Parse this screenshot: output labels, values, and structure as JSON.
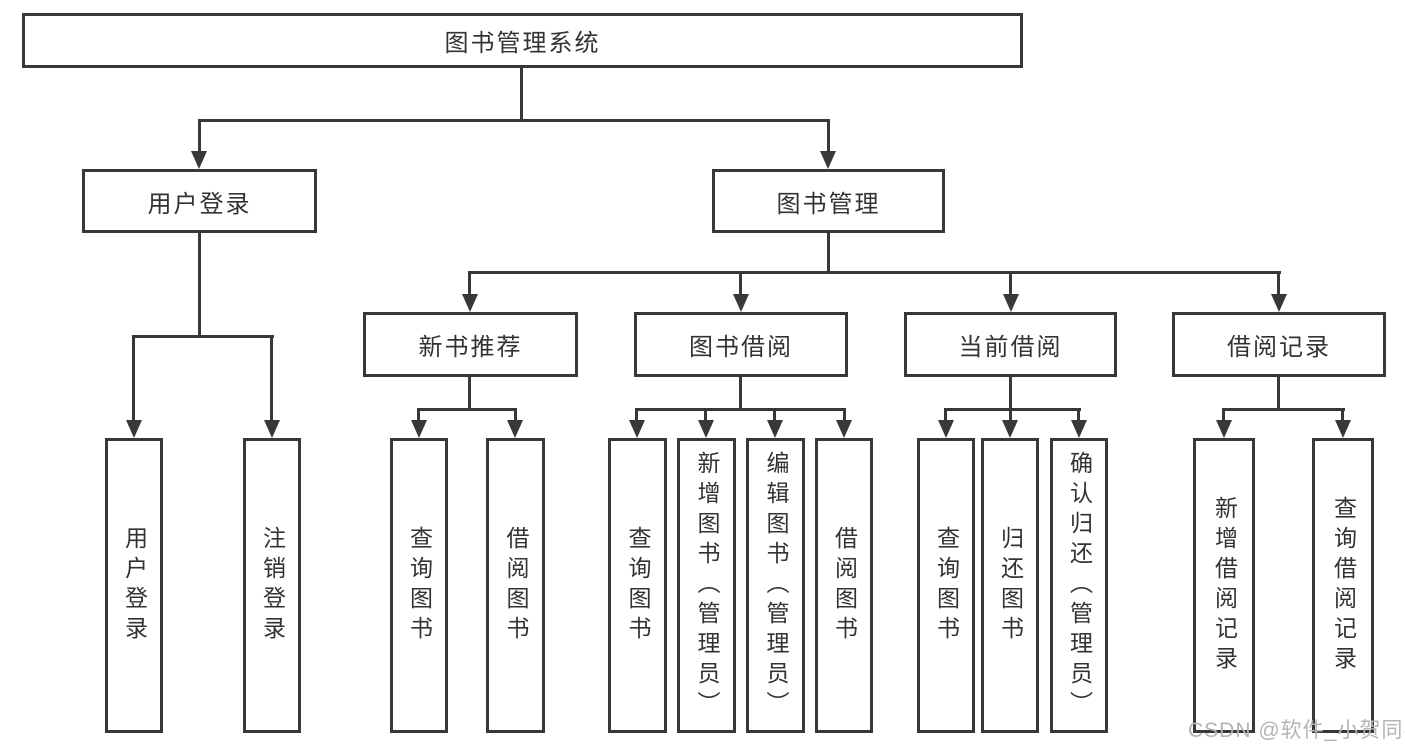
{
  "structure": {
    "root": {
      "label": "图书管理系统",
      "children": [
        {
          "label": "用户登录",
          "children": [
            {
              "label": "用户登录"
            },
            {
              "label": "注销登录"
            }
          ]
        },
        {
          "label": "图书管理",
          "children": [
            {
              "label": "新书推荐",
              "children": [
                {
                  "label": "查询图书"
                },
                {
                  "label": "借阅图书"
                }
              ]
            },
            {
              "label": "图书借阅",
              "children": [
                {
                  "label": "查询图书"
                },
                {
                  "label": "新增图书（管理员）"
                },
                {
                  "label": "编辑图书（管理员）"
                },
                {
                  "label": "借阅图书"
                }
              ]
            },
            {
              "label": "当前借阅",
              "children": [
                {
                  "label": "查询图书"
                },
                {
                  "label": "归还图书"
                },
                {
                  "label": "确认归还（管理员）"
                }
              ]
            },
            {
              "label": "借阅记录",
              "children": [
                {
                  "label": "新增借阅记录"
                },
                {
                  "label": "查询借阅记录"
                }
              ]
            }
          ]
        }
      ]
    }
  },
  "watermark": {
    "text": "CSDN @软件_小贺同学"
  },
  "colors": {
    "line": "#383838",
    "text": "#333333",
    "background": "#ffffff",
    "watermark": "#b2b5b8"
  }
}
